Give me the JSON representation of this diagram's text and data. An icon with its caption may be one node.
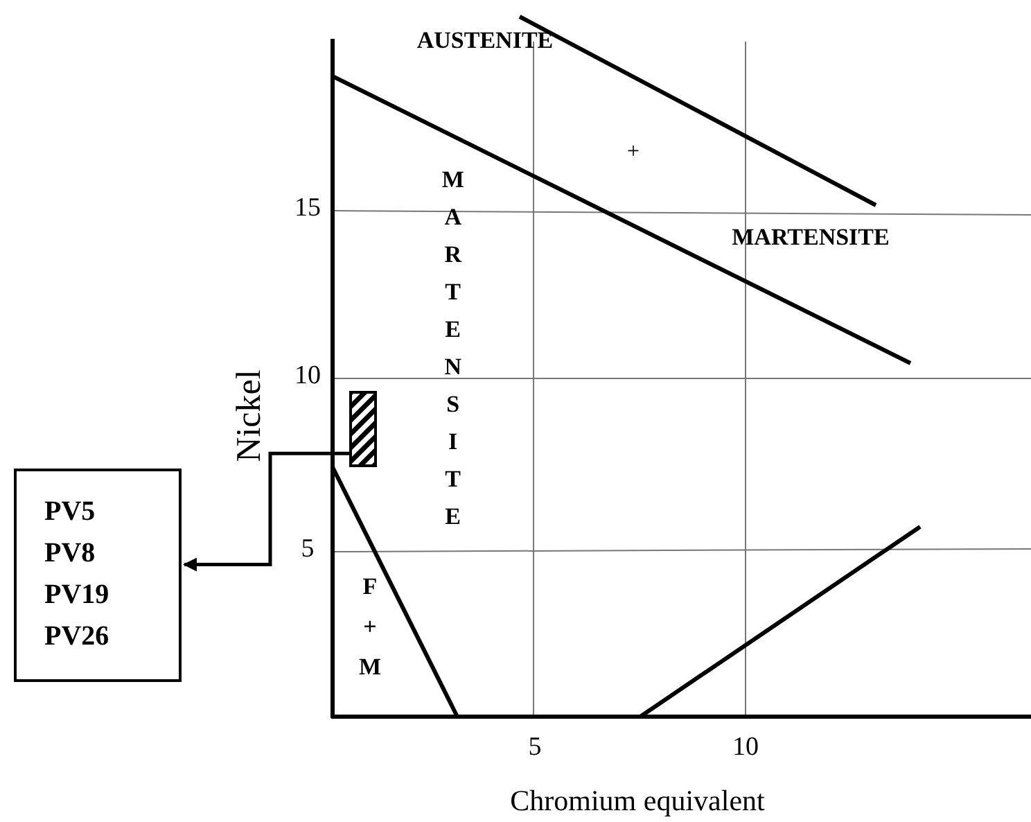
{
  "diagram": {
    "nodes": [
      {
        "text": [],
        "shape": "box"
      },
      {
        "text": [
          "PV5",
          "PV8",
          "PV19",
          "PV26"
        ]
      }
    ],
    "edges": [
      {
        "from": 0,
        "to": 1,
        "arrow": "to"
      }
    ],
    "labels": [
      "AUSTENITE",
      "+",
      "MARTENSITE",
      "15",
      "MARTENSITE",
      "10",
      "Nickel",
      "5",
      "F + M",
      "5",
      "10",
      "Chromium equivalent"
    ]
  }
}
